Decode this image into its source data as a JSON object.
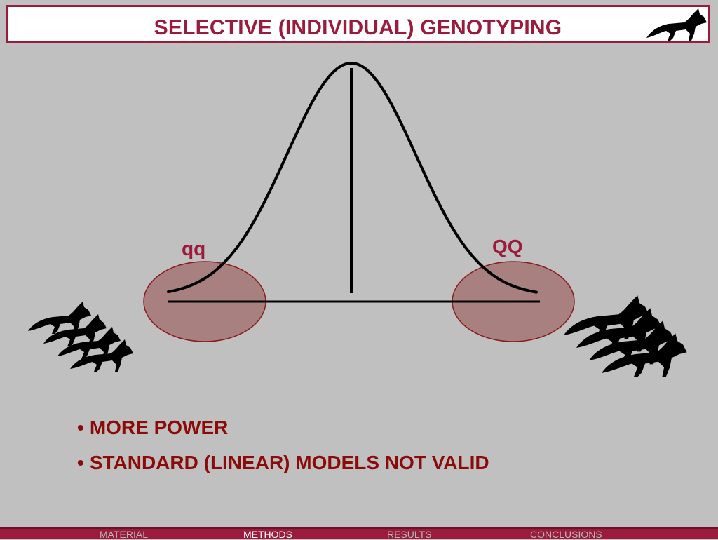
{
  "title": "SELECTIVE (INDIVIDUAL) GENOTYPING",
  "labels": {
    "left_tail": "qq",
    "right_tail": "QQ"
  },
  "bullets": [
    "MORE POWER",
    "STANDARD (LINEAR) MODELS NOT VALID"
  ],
  "bullet_char": "•",
  "nav": [
    "MATERIAL",
    "METHODS",
    "RESULTS",
    "CONCLUSIONS"
  ],
  "nav_active": "METHODS",
  "colors": {
    "accent": "#9b1b3d",
    "bullet_text": "#8b0a0a",
    "background": "#c0c0c0",
    "ellipse_fill": "#a98080",
    "ellipse_stroke": "#8b1a1a"
  },
  "icons": [
    "fox-icon",
    "fox-pack-small-icon",
    "fox-pack-large-icon"
  ]
}
